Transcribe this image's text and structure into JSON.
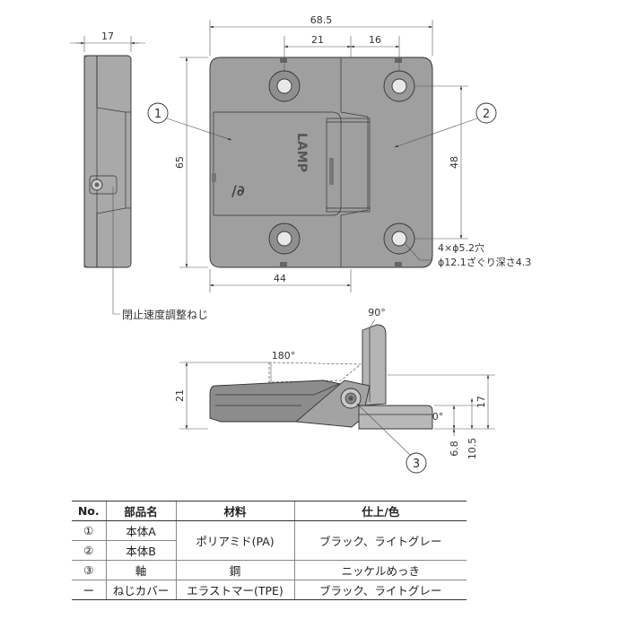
{
  "dimensions": {
    "side_width": "17",
    "total_width": "68.5",
    "dim_21": "21",
    "dim_16": "16",
    "height_65": "65",
    "hole_pitch_48": "48",
    "width_44": "44",
    "hole_spec_1": "4×ϕ5.2穴",
    "hole_spec_2": "ϕ12.1ざぐり深さ4.3",
    "angle_90": "90°",
    "angle_180": "180°",
    "angle_0": "0°",
    "height_21": "21",
    "height_17": "17",
    "height_6_8": "6.8",
    "height_10_5": "10.5"
  },
  "labels": {
    "adjust_screw": "閉止速度調整ねじ",
    "brand_text": "LAMP",
    "callout_1": "1",
    "callout_2": "2",
    "callout_3": "3"
  },
  "table": {
    "headers": [
      "No.",
      "部品名",
      "材料",
      "仕上/色"
    ],
    "rows": [
      {
        "no": "①",
        "name": "本体A",
        "material": "ポリアミド(PA)",
        "finish": "ブラック、ライトグレー"
      },
      {
        "no": "②",
        "name": "本体B",
        "material": "",
        "finish": ""
      },
      {
        "no": "③",
        "name": "軸",
        "material": "鋼",
        "finish": "ニッケルめっき"
      },
      {
        "no": "ー",
        "name": "ねじカバー",
        "material": "エラストマー(TPE)",
        "finish": "ブラック、ライトグレー"
      }
    ]
  }
}
